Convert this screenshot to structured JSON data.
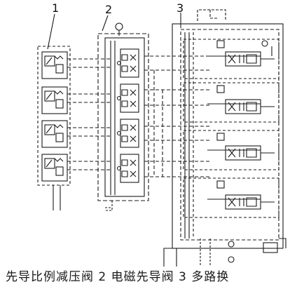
{
  "labels": {
    "one": "1",
    "two": "2",
    "three": "3"
  },
  "caption": "先导比例减压阀  2 电磁先导阀  3 多路换",
  "colors": {
    "line": "#1a1a1a",
    "background": "#ffffff"
  }
}
